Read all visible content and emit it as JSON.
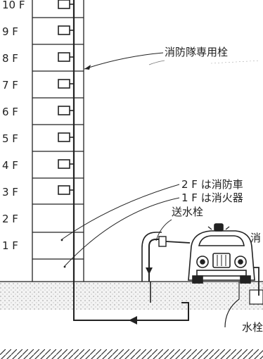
{
  "floors": [
    "10 F",
    "9 F",
    "8 F",
    "7 F",
    "6 F",
    "5 F",
    "4 F",
    "3 F",
    "2 F",
    "1 F"
  ],
  "labels": {
    "dedicated_hydrant": "消防隊専用栓",
    "floor2_note": "2 F は消防車",
    "floor1_note": "1 F は消火器",
    "inlet": "送水栓",
    "partial_right": "消",
    "water_source": "水栓"
  },
  "colors": {
    "ink": "#222222",
    "ground_fill": "#f3f3f3",
    "hatch": "#333333"
  }
}
